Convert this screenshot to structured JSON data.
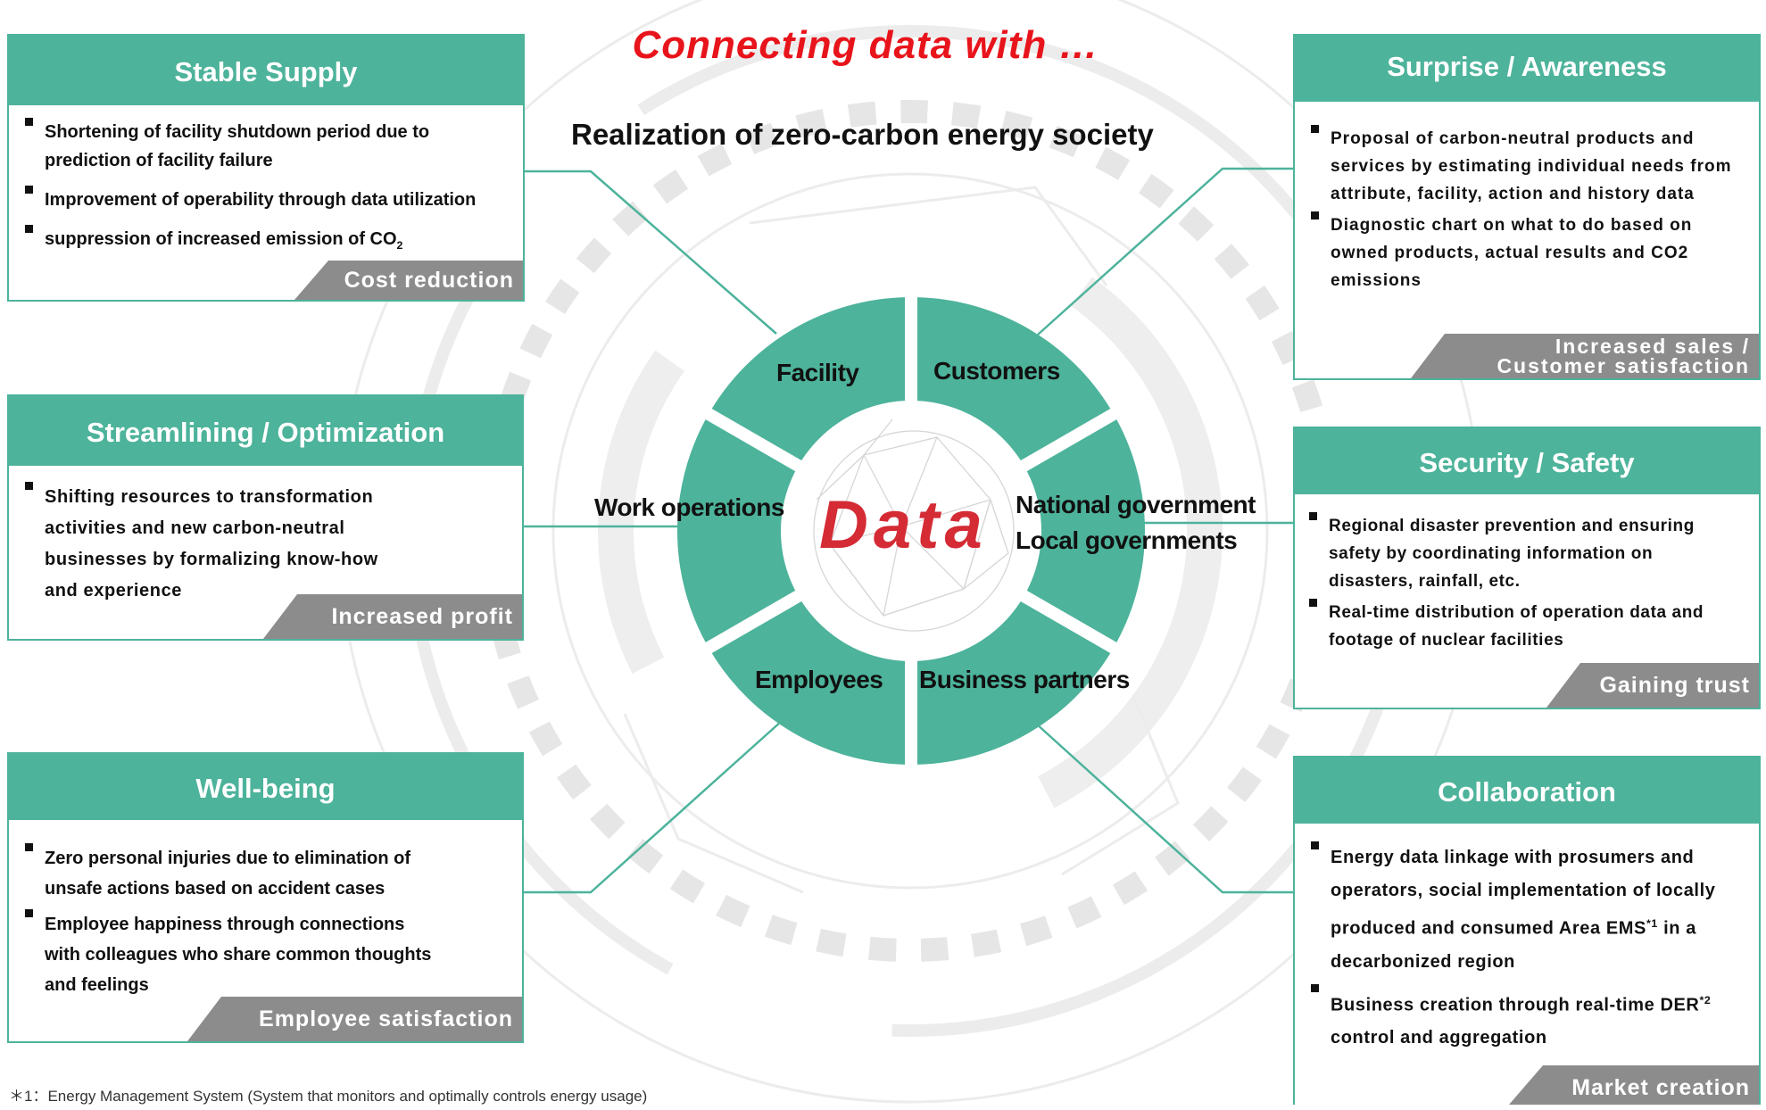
{
  "header": {
    "title": "Connecting data with …",
    "subtitle": "Realization of zero-carbon energy society"
  },
  "center": {
    "word": "Data",
    "segments": {
      "facility": "Facility",
      "customers": "Customers",
      "national": "National government",
      "local": "Local governments",
      "business_partners": "Business partners",
      "employees": "Employees",
      "work_operations": "Work operations"
    },
    "colors": {
      "segment": "#4db39b",
      "header": "#4db39b",
      "tag": "#8c8c8c",
      "title": "#e8141b",
      "data_word": "#d42b35"
    }
  },
  "cards": {
    "stable_supply": {
      "title": "Stable Supply",
      "items": [
        "Shortening of facility shutdown period due to prediction of facility failure",
        "Improvement of operability through data utilization",
        "suppression of increased emission of CO"
      ],
      "co2_subscript": "2",
      "tag": "Cost reduction"
    },
    "streamlining": {
      "title": "Streamlining / Optimization",
      "items": [
        "Shifting resources to transformation activities and new carbon-neutral businesses by formalizing know-how and experience"
      ],
      "tag": "Increased profit"
    },
    "wellbeing": {
      "title": "Well-being",
      "items": [
        "Zero personal injuries due to elimination of unsafe actions based on accident cases",
        "Employee happiness through connections with colleagues who share common thoughts and feelings"
      ],
      "tag": "Employee satisfaction"
    },
    "surprise": {
      "title": "Surprise / Awareness",
      "items": [
        "Proposal of carbon-neutral products and services by estimating individual needs from attribute, facility, action and history data",
        "Diagnostic chart on what to do based on owned products, actual results and CO2 emissions"
      ],
      "tag_line1": "Increased sales /",
      "tag_line2": "Customer satisfaction"
    },
    "security": {
      "title": "Security / Safety",
      "items": [
        "Regional disaster prevention and ensuring safety by coordinating information on disasters, rainfall, etc.",
        "Real-time distribution of operation data and footage of nuclear facilities"
      ],
      "tag": "Gaining trust"
    },
    "collaboration": {
      "title": "Collaboration",
      "item1": "Energy data linkage with prosumers and operators, social implementation of locally produced and consumed Area EMS",
      "item1_sup": "*1",
      "item1_tail": " in a decarbonized region",
      "item2": "Business creation through real-time DER",
      "item2_sup": "*2",
      "item2_tail": " control and aggregation",
      "tag": "Market creation"
    }
  },
  "footnote": "＊1：Energy Management System (System that monitors and optimally controls energy usage)"
}
